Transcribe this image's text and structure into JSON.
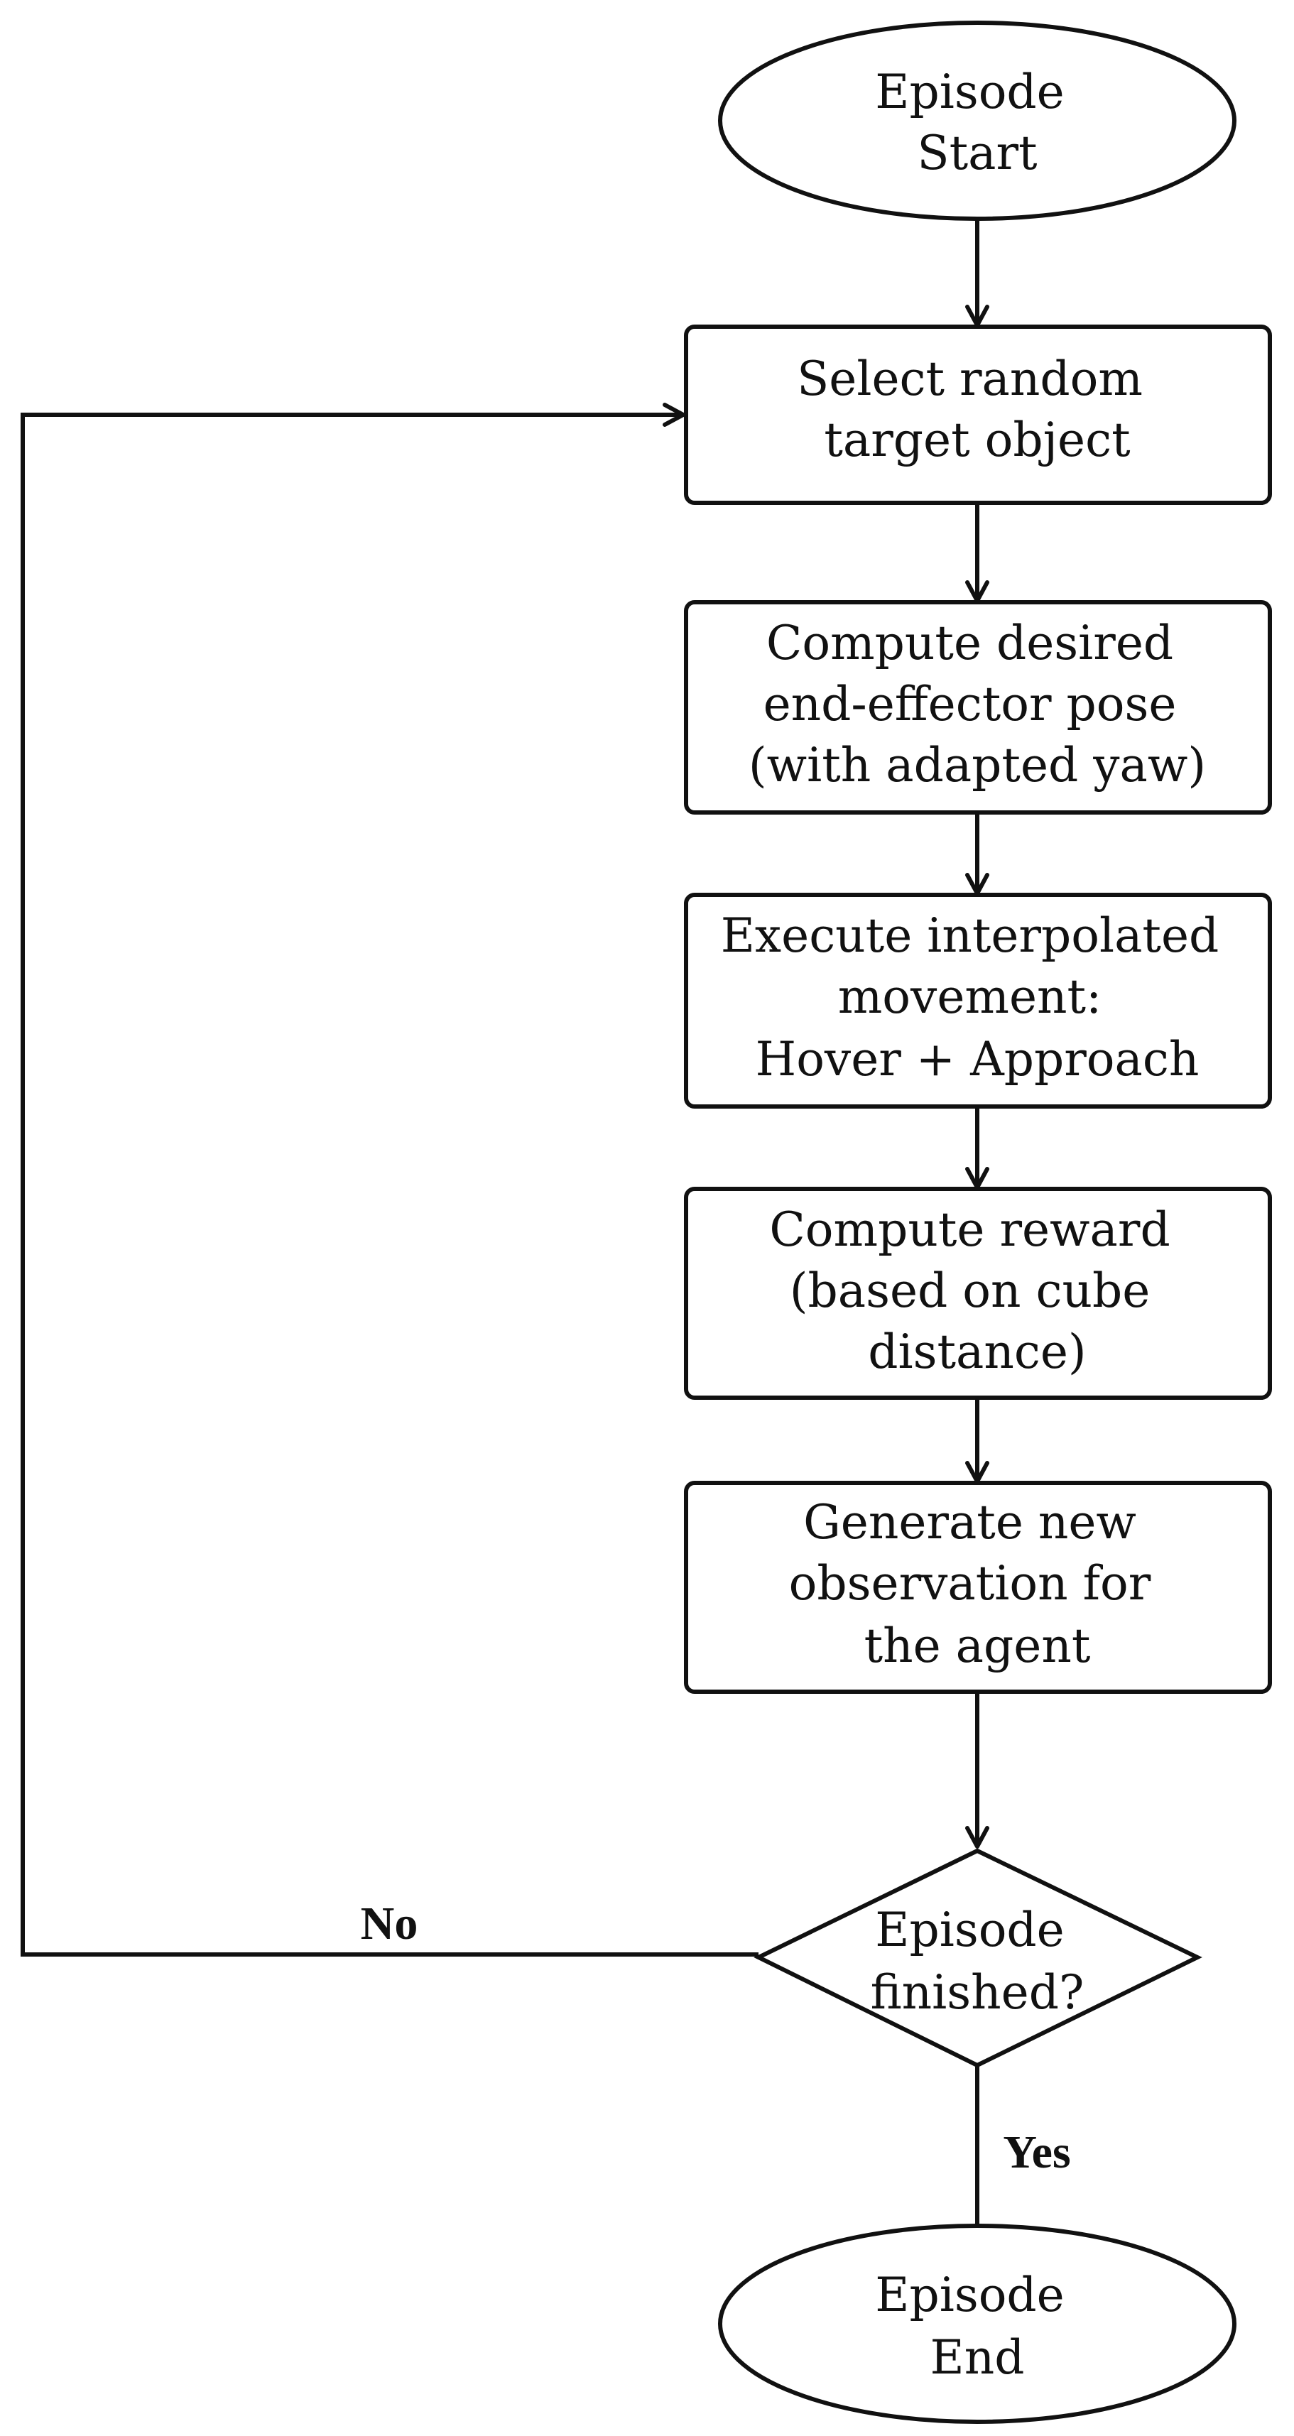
{
  "nodes": {
    "start": {
      "lines": [
        "Episode",
        "Start"
      ]
    },
    "select": {
      "lines": [
        "Select random",
        "target object"
      ]
    },
    "pose": {
      "lines": [
        "Compute desired",
        "end-effector pose",
        "(with adapted yaw)"
      ]
    },
    "execute": {
      "lines": [
        "Execute interpolated",
        "movement:",
        "Hover + Approach"
      ]
    },
    "reward": {
      "lines": [
        "Compute reward",
        "(based on cube",
        "distance)"
      ]
    },
    "observation": {
      "lines": [
        "Generate new",
        "observation for",
        "the agent"
      ]
    },
    "decision": {
      "lines": [
        "Episode",
        "finished?"
      ]
    },
    "end": {
      "lines": [
        "Episode",
        "End"
      ]
    }
  },
  "edges": {
    "no_label": "No",
    "yes_label": "Yes"
  }
}
